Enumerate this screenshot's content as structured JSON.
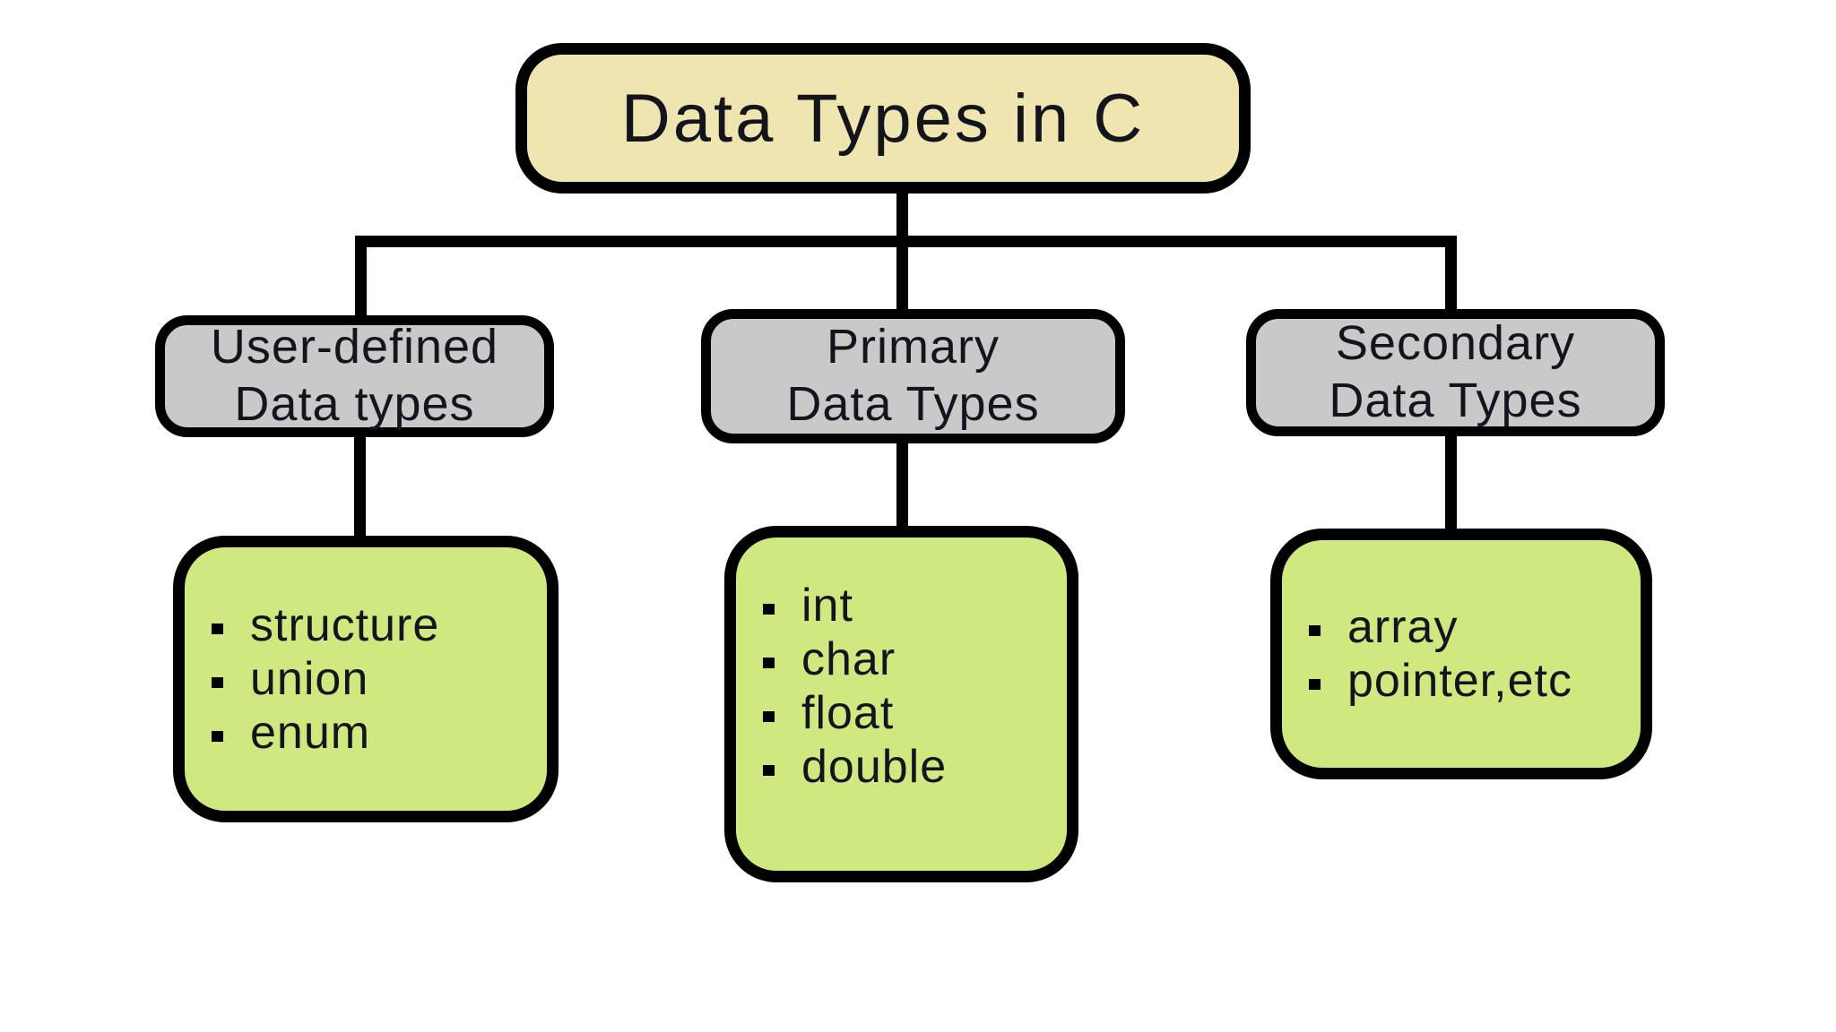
{
  "diagram": {
    "root": {
      "label": "Data Types in C"
    },
    "categories": [
      {
        "title": [
          "User-defined",
          "Data types"
        ],
        "items": [
          "structure",
          "union",
          "enum"
        ]
      },
      {
        "title": [
          "Primary",
          "Data Types"
        ],
        "items": [
          "int",
          "char",
          "float",
          "double"
        ]
      },
      {
        "title": [
          "Secondary",
          "Data Types"
        ],
        "items": [
          "array",
          "pointer,etc"
        ]
      }
    ],
    "colors": {
      "background": "#ffffff",
      "outline": "#000000",
      "root_fill": "#efe5b0",
      "category_fill": "#c9c9c9",
      "leaf_fill": "#cfe87f"
    }
  }
}
